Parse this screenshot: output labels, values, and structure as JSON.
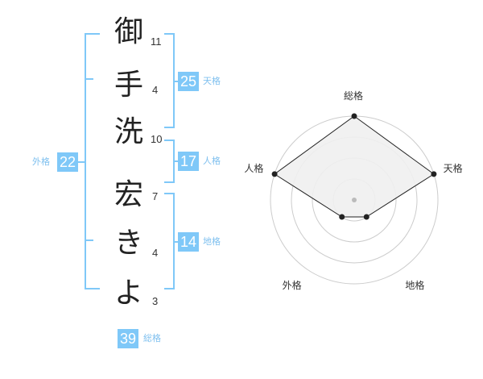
{
  "colors": {
    "accent": "#7fc8f8",
    "label": "#7fc0ef",
    "grid": "#cccccc",
    "polygon_fill": "#f0f0f0",
    "polygon_stroke": "#222222"
  },
  "name": {
    "surname": [
      {
        "char": "御",
        "strokes": "11"
      },
      {
        "char": "手",
        "strokes": "4"
      },
      {
        "char": "洗",
        "strokes": "10"
      }
    ],
    "given": [
      {
        "char": "宏",
        "strokes": "7"
      },
      {
        "char": "き",
        "strokes": "4"
      },
      {
        "char": "よ",
        "strokes": "3"
      }
    ]
  },
  "kakusu": {
    "tenkaku": {
      "value": "25",
      "label": "天格"
    },
    "jinkaku": {
      "value": "17",
      "label": "人格"
    },
    "chikaku": {
      "value": "14",
      "label": "地格"
    },
    "gaikaku": {
      "value": "22",
      "label": "外格"
    },
    "soukaku": {
      "value": "39",
      "label": "総格"
    }
  },
  "chart_data": {
    "type": "radar",
    "axes": [
      "総格",
      "天格",
      "地格",
      "外格",
      "人格"
    ],
    "values": [
      4,
      4,
      1,
      1,
      4
    ],
    "max": 4,
    "rings": 4
  }
}
